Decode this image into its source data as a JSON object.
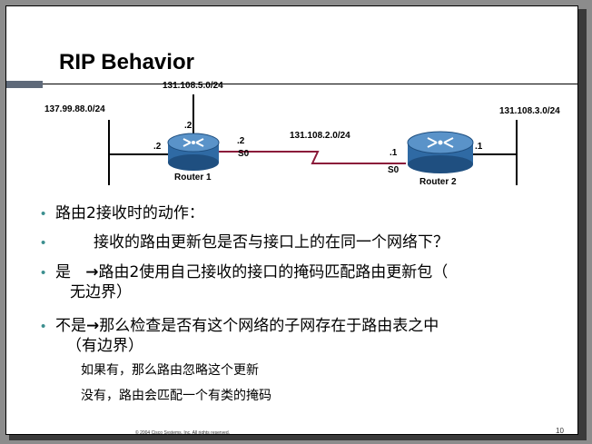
{
  "slide": {
    "title": "RIP Behavior",
    "footer": "© 2004 Cisco Systems, Inc. All rights reserved.",
    "page_number": "10"
  },
  "diagram": {
    "networks": {
      "left": "137.99.88.0/24",
      "top": "131.108.5.0/24",
      "serial": "131.108.2.0/24",
      "right": "131.108.3.0/24"
    },
    "router1": {
      "name": "Router 1",
      "if_left": ".2",
      "if_top": ".2",
      "if_serial": ".2",
      "serial_name": "S0"
    },
    "router2": {
      "name": "Router 2",
      "if_serial": ".1",
      "serial_name": "S0",
      "if_right": ".1"
    }
  },
  "bullets": [
    "路由2接收时的动作：",
    "接收的路由更新包是否与接口上的在同一个网络下？",
    "是   ",
    "路由2使用自己接收的接口的掩码匹配路由更新包（",
    "无边界）",
    "不是",
    "那么检查是否有这个网络的子网存在于路由表之中",
    "（有边界）"
  ],
  "sub_items": [
    "如果有，那么路由忽略这个更新",
    "没有，路由会匹配一个有类的掩码"
  ],
  "arrow_glyph": "→",
  "bullet_glyph": "•"
}
